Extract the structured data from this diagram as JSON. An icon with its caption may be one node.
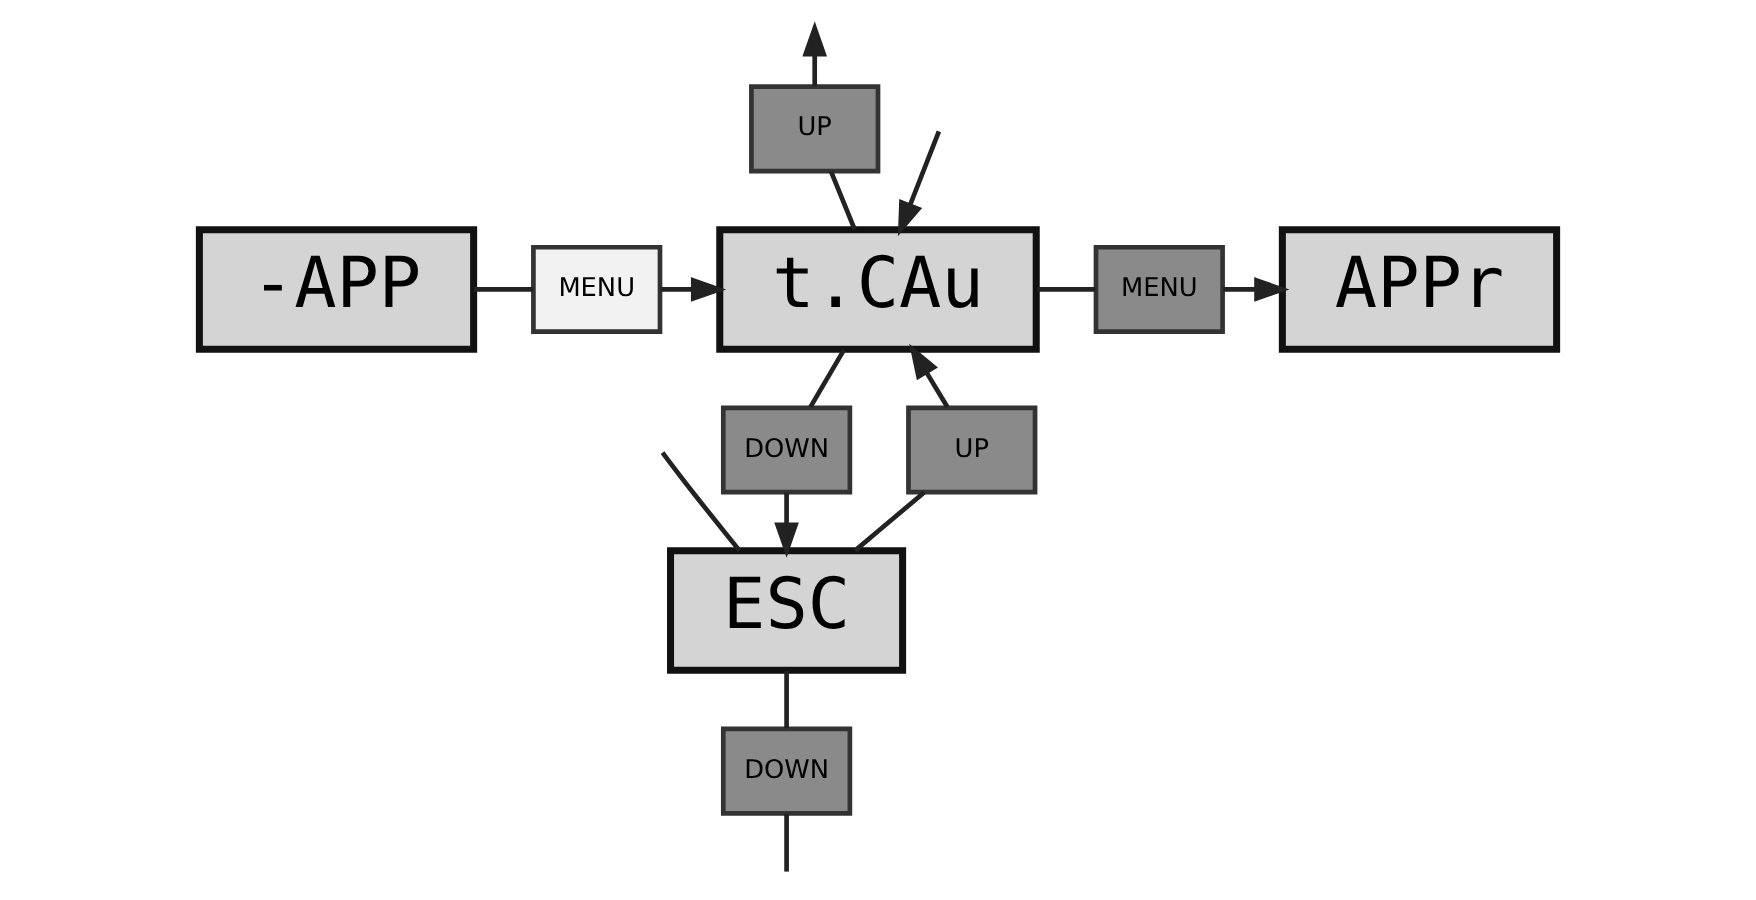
{
  "diagram": {
    "nodes": [
      {
        "text": [
          "-APP"
        ]
      },
      {
        "text": [
          "MENU"
        ]
      },
      {
        "text": [
          "t.CAu"
        ]
      },
      {
        "text": [
          "MENU"
        ]
      },
      {
        "text": [
          "APPr"
        ]
      },
      {
        "text": [
          "UP"
        ]
      },
      {
        "text": [
          "DOWN"
        ]
      },
      {
        "text": [
          "UP"
        ]
      },
      {
        "text": [
          "ESC"
        ]
      },
      {
        "text": [
          "DOWN"
        ]
      }
    ],
    "edges": [
      {
        "from": 0,
        "to": 1,
        "arrow": "none"
      },
      {
        "from": 1,
        "to": 2,
        "arrow": "to"
      },
      {
        "from": 2,
        "to": 3,
        "arrow": "none"
      },
      {
        "from": 3,
        "to": 4,
        "arrow": "to"
      },
      {
        "from": 2,
        "to": 5,
        "arrow": "none"
      },
      {
        "from": 5,
        "to": null,
        "arrow": "to"
      },
      {
        "from": null,
        "to": 2,
        "arrow": "to"
      },
      {
        "from": 2,
        "to": 6,
        "arrow": "none"
      },
      {
        "from": 6,
        "to": 8,
        "arrow": "to"
      },
      {
        "from": 8,
        "to": 7,
        "arrow": "none"
      },
      {
        "from": 7,
        "to": 2,
        "arrow": "to"
      },
      {
        "from": 8,
        "to": 9,
        "arrow": "none"
      },
      {
        "from": 9,
        "to": null,
        "arrow": "none"
      },
      {
        "from": null,
        "to": 8,
        "arrow": "none"
      }
    ]
  }
}
